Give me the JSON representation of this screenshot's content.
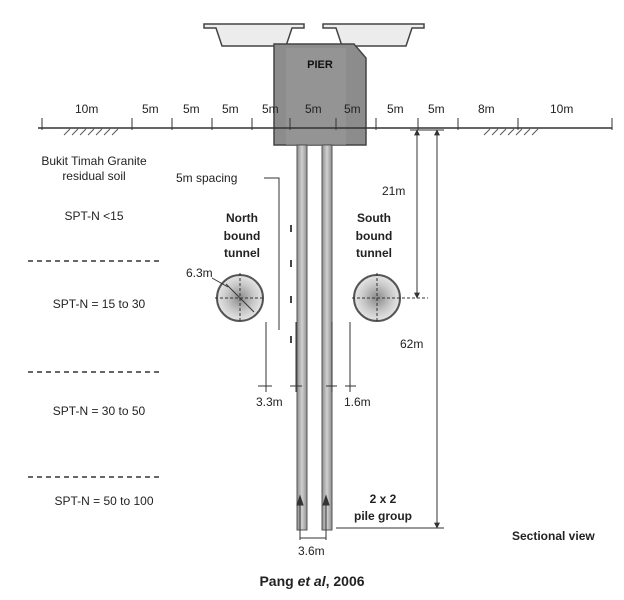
{
  "diagram": {
    "pier_label": "PIER",
    "spans": {
      "left": [
        "10m",
        "5m",
        "5m",
        "5m",
        "5m"
      ],
      "center": "5m",
      "right": [
        "5m",
        "5m",
        "5m",
        "8m",
        "10m"
      ]
    },
    "soil": {
      "name_line1": "Bukit Timah Granite",
      "name_line2": "residual soil",
      "layers": [
        "SPT-N <15",
        "SPT-N = 15 to 30",
        "SPT-N = 30 to 50",
        "SPT-N = 50 to 100"
      ]
    },
    "spacing_label": "5m spacing",
    "north_tunnel": [
      "North",
      "bound",
      "tunnel"
    ],
    "south_tunnel": [
      "South",
      "bound",
      "tunnel"
    ],
    "dimensions": {
      "tunnel_diameter": "6.3m",
      "depth_to_tunnel": "21m",
      "pile_length": "62m",
      "clear_north": "3.3m",
      "clear_south": "1.6m",
      "pile_spacing": "3.6m"
    },
    "pile_group": [
      "2 x 2",
      "pile group"
    ],
    "view_label": "Sectional view"
  },
  "caption": {
    "prefix": "Pang ",
    "italic": "et al",
    "suffix": ", 2006"
  },
  "colors": {
    "pier": "#8c8c8c",
    "pile": "#b9b9b9",
    "line": "#333333",
    "tunnel_ring": "#555555"
  }
}
